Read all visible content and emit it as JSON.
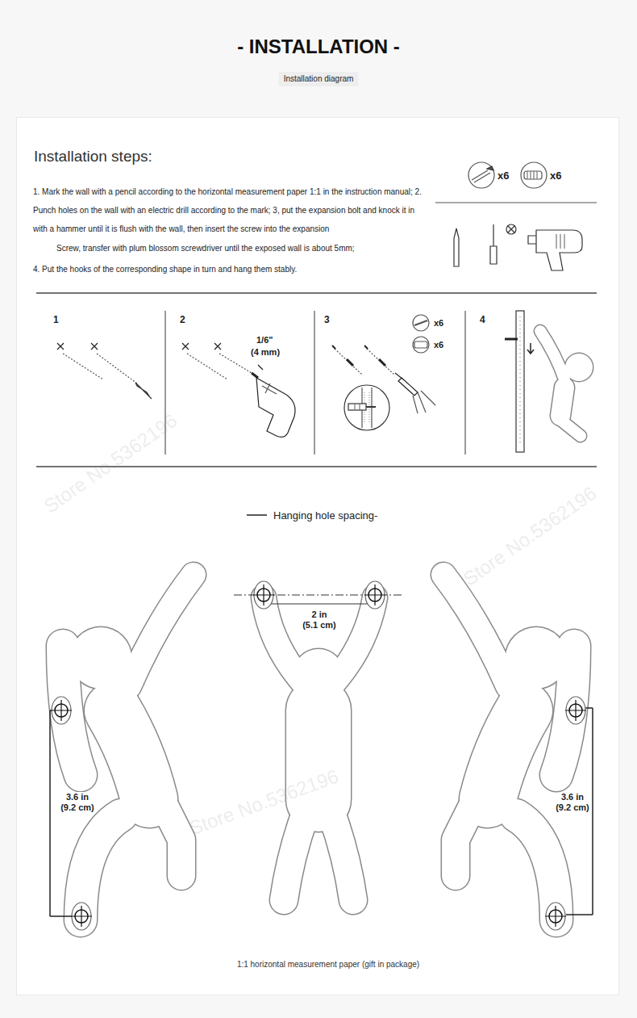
{
  "diagram": {
    "title": "- INSTALLATION -",
    "caption": "1:1 horizontal measurement paper (gift in package)",
    "labels": [
      "Installation diagram",
      "Installation steps:",
      "1. Mark the wall with a pencil according to the horizontal measurement paper 1:1 in the instruction manual; 2. Punch holes on the wall with an electric drill according to the mark; 3, put the expansion bolt and knock it in with a hammer until it is flush with the wall, then insert the screw into the expansion",
      "Screw, transfer with plum blossom screwdriver until the exposed wall is about 5mm;",
      "4. Put the hooks of the corresponding shape in turn and hang them stably.",
      "x6",
      "x6",
      "1",
      "2",
      "3",
      "4",
      "1/6\"",
      "(4 mm)",
      "x6",
      "x6",
      "Hanging hole spacing-",
      "2 in",
      "(5.1 cm)",
      "3.6 in",
      "(9.2 cm)",
      "3.6 in",
      "(9.2 cm)",
      "Store No.5362196",
      "Store No.5362196",
      "Store No.5362196"
    ]
  }
}
